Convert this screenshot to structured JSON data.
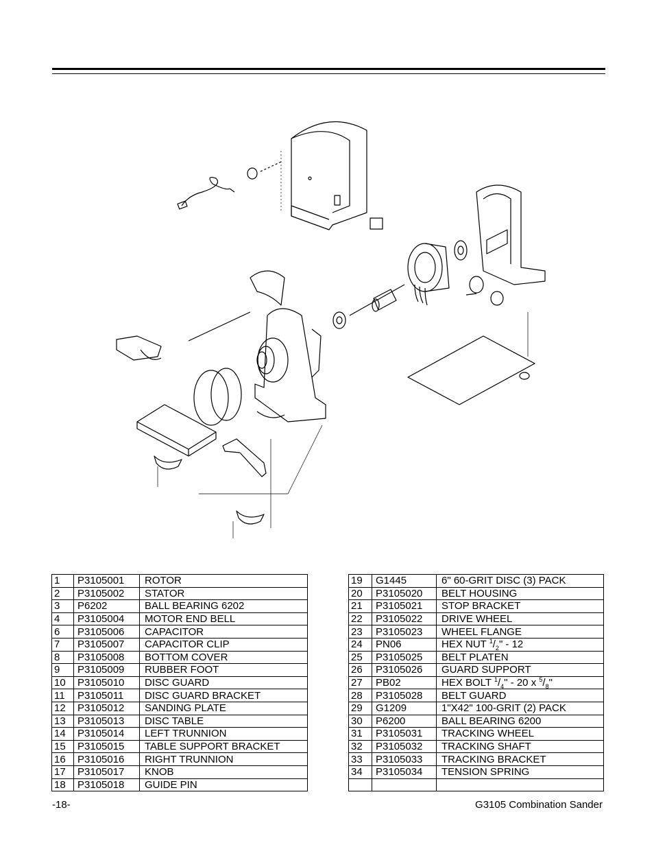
{
  "footer": {
    "page_number": "-18-",
    "manual_title": "G3105 Combination Sander"
  },
  "parts_left": [
    {
      "ref": "1",
      "part": "P3105001",
      "desc": "ROTOR"
    },
    {
      "ref": "2",
      "part": "P3105002",
      "desc": "STATOR"
    },
    {
      "ref": "3",
      "part": "P6202",
      "desc": "BALL BEARING 6202"
    },
    {
      "ref": "4",
      "part": "P3105004",
      "desc": "MOTOR END BELL"
    },
    {
      "ref": "6",
      "part": "P3105006",
      "desc": "CAPACITOR"
    },
    {
      "ref": "7",
      "part": "P3105007",
      "desc": "CAPACITOR CLIP"
    },
    {
      "ref": "8",
      "part": "P3105008",
      "desc": "BOTTOM COVER"
    },
    {
      "ref": "9",
      "part": "P3105009",
      "desc": "RUBBER FOOT"
    },
    {
      "ref": "10",
      "part": "P3105010",
      "desc": "DISC GUARD"
    },
    {
      "ref": "11",
      "part": "P3105011",
      "desc": "DISC GUARD BRACKET"
    },
    {
      "ref": "12",
      "part": "P3105012",
      "desc": "SANDING PLATE"
    },
    {
      "ref": "13",
      "part": "P3105013",
      "desc": "DISC TABLE"
    },
    {
      "ref": "14",
      "part": "P3105014",
      "desc": "LEFT TRUNNION"
    },
    {
      "ref": "15",
      "part": "P3105015",
      "desc": "TABLE SUPPORT BRACKET"
    },
    {
      "ref": "16",
      "part": "P3105016",
      "desc": "RIGHT TRUNNION"
    },
    {
      "ref": "17",
      "part": "P3105017",
      "desc": "KNOB"
    },
    {
      "ref": "18",
      "part": "P3105018",
      "desc": "GUIDE PIN"
    }
  ],
  "parts_right": [
    {
      "ref": "19",
      "part": "G1445",
      "desc": "6\"  60-GRIT DISC (3) PACK"
    },
    {
      "ref": "20",
      "part": "P3105020",
      "desc": "BELT HOUSING"
    },
    {
      "ref": "21",
      "part": "P3105021",
      "desc": "STOP BRACKET"
    },
    {
      "ref": "22",
      "part": "P3105022",
      "desc": "DRIVE WHEEL"
    },
    {
      "ref": "23",
      "part": "P3105023",
      "desc": "WHEEL FLANGE"
    },
    {
      "ref": "24",
      "part": "PN06",
      "desc_pre": "HEX NUT ",
      "f1n": "1",
      "f1d": "2",
      "desc_post": "\" - 12"
    },
    {
      "ref": "25",
      "part": "P3105025",
      "desc": "BELT PLATEN"
    },
    {
      "ref": "26",
      "part": "P3105026",
      "desc": "GUARD SUPPORT"
    },
    {
      "ref": "27",
      "part": "PB02",
      "desc_pre": "HEX BOLT ",
      "f1n": "1",
      "f1d": "4",
      "desc_mid": "\" - 20 x ",
      "f2n": "5",
      "f2d": "8",
      "desc_post": "\""
    },
    {
      "ref": "28",
      "part": "P3105028",
      "desc": "BELT GUARD"
    },
    {
      "ref": "29",
      "part": "G1209",
      "desc": "1\"X42\" 100-GRIT (2) PACK"
    },
    {
      "ref": "30",
      "part": "P6200",
      "desc": "BALL BEARING 6200"
    },
    {
      "ref": "31",
      "part": "P3105031",
      "desc": "TRACKING WHEEL"
    },
    {
      "ref": "32",
      "part": "P3105032",
      "desc": "TRACKING SHAFT"
    },
    {
      "ref": "33",
      "part": "P3105033",
      "desc": "TRACKING BRACKET"
    },
    {
      "ref": "34",
      "part": "P3105034",
      "desc": "TENSION SPRING"
    },
    {
      "ref": "",
      "part": "",
      "desc": ""
    }
  ]
}
